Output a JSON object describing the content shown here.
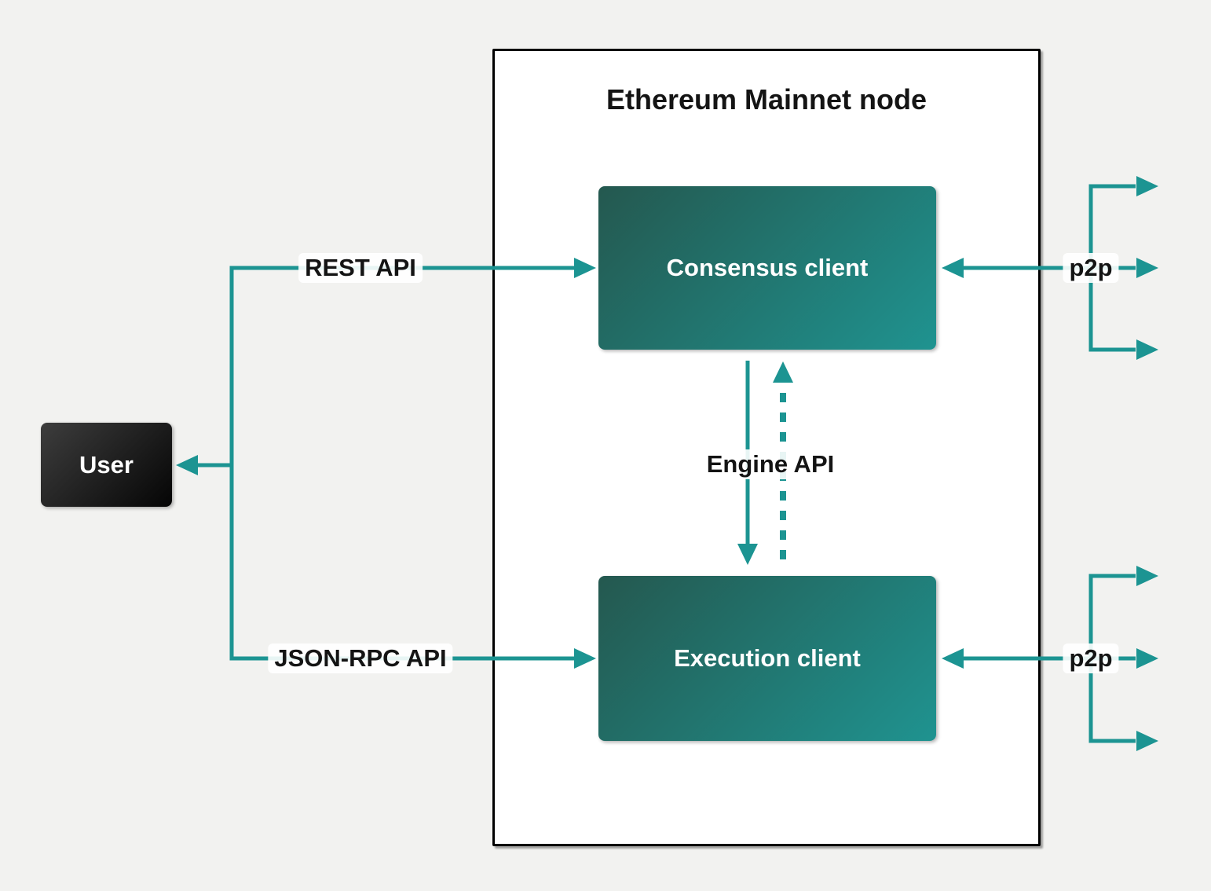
{
  "colors": {
    "page-bg": "#f2f2f0",
    "accent": "#1c9492",
    "node-fill": "#ffffff",
    "node-border": "#000000",
    "client-grad-a": "#24584f",
    "client-grad-b": "#1f9390",
    "user-grad-a": "#3d3d3d",
    "user-grad-b": "#050505",
    "text-dark": "#141414",
    "text-light": "#ffffff"
  },
  "diagram": {
    "title": "Ethereum Mainnet node",
    "nodes": {
      "user": "User",
      "consensus": "Consensus client",
      "execution": "Execution client"
    },
    "edges": {
      "rest": "REST API",
      "jsonrpc": "JSON-RPC API",
      "engine": "Engine API",
      "p2p_consensus": "p2p",
      "p2p_execution": "p2p"
    }
  }
}
